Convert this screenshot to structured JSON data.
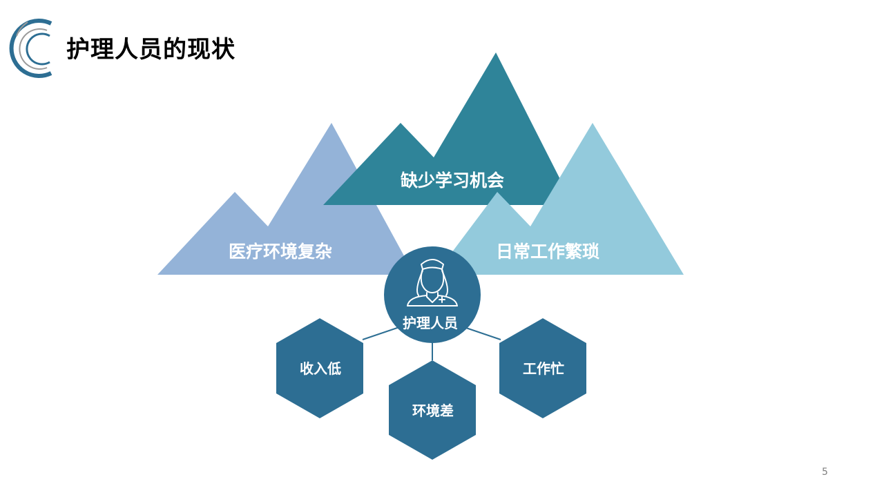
{
  "slide": {
    "title": "护理人员的现状",
    "page_number": "5"
  },
  "mountains": {
    "left_label": "医疗环境复杂",
    "center_label": "缺少学习机会",
    "right_label": "日常工作繁琐"
  },
  "center_node": {
    "label": "护理人员",
    "icon": "nurse-icon"
  },
  "hexagons": {
    "left_label": "收入低",
    "center_label": "环境差",
    "right_label": "工作忙"
  },
  "colors": {
    "left_mountain": "#94b3d8",
    "center_mountain": "#2f8499",
    "right_mountain": "#93cadc",
    "node": "#2d6e93",
    "logo_dark": "#2d6e93",
    "logo_gray": "#9a9a9a"
  }
}
